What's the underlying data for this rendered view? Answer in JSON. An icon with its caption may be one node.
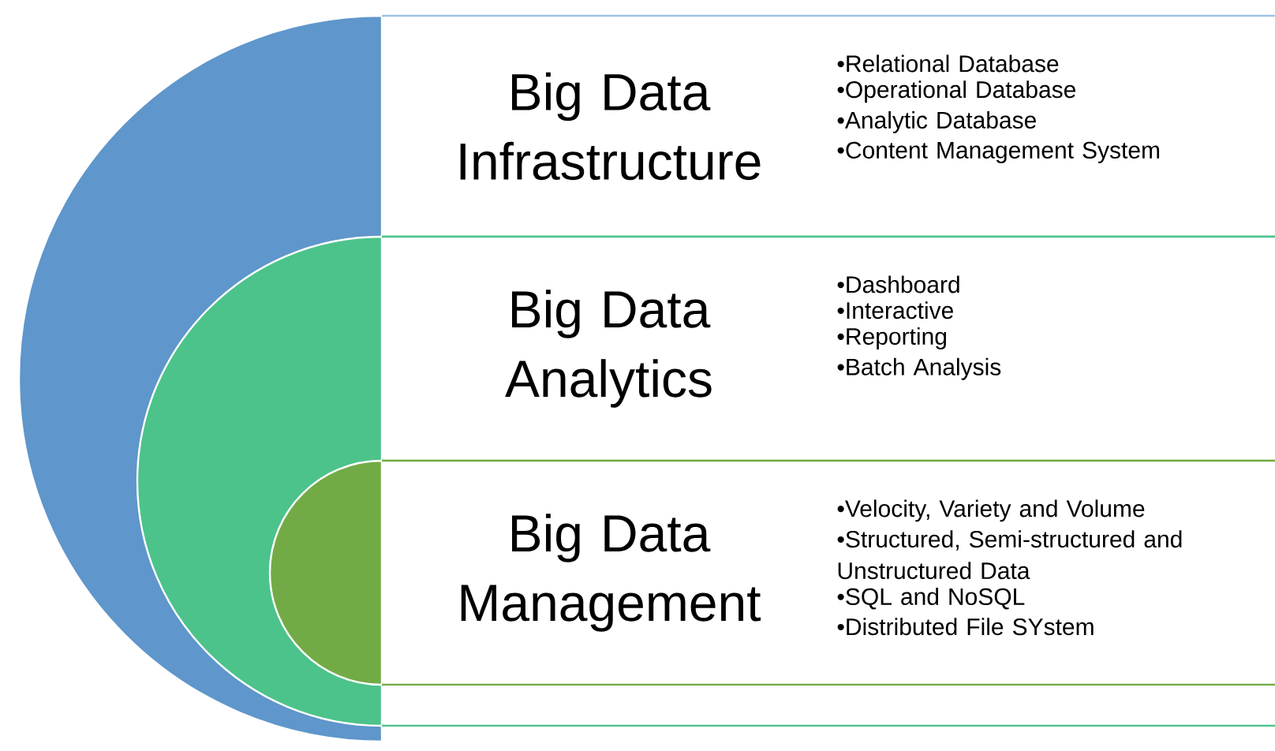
{
  "diagram": {
    "nodes": [
      {
        "text": [
          "Big Data Infrastructure",
          "•Relational Database",
          "•Operational Database",
          "•Analytic Database",
          "•Content Management System"
        ]
      },
      {
        "text": [
          "Big Data Analytics",
          "•Dashboard",
          "•Interactive",
          "•Reporting",
          "•Batch Analysis"
        ]
      },
      {
        "text": [
          "Big Data Management",
          "•Velocity, Variety and Volume",
          "•Structured, Semi-structured and Unstructured Data",
          "•SQL and NoSQL",
          "•Distributed File SYstem"
        ]
      }
    ]
  }
}
